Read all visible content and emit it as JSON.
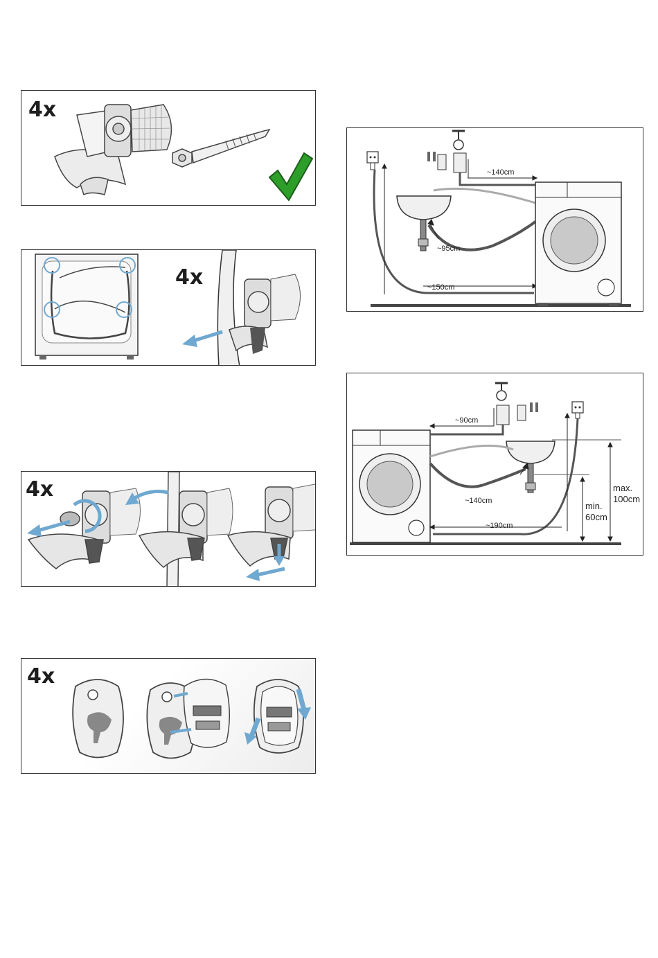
{
  "panels": {
    "accessories": {
      "count": "4x"
    },
    "transport_bolts": {
      "count": "4x"
    },
    "remove_bolts": {
      "count": "4x"
    },
    "cover_caps": {
      "count": "4x"
    }
  },
  "hose_right": {
    "inlet_length": "~140cm",
    "drain_sink_length": "~95cm",
    "drain_socket_length": "~150cm"
  },
  "hose_left": {
    "inlet_length": "~90cm",
    "drain_sink_length": "~140cm",
    "drain_socket_length": "~190cm",
    "max_height_line1": "max.",
    "max_height_line2": "100cm",
    "min_height_line1": "min.",
    "min_height_line2": "60cm"
  },
  "colors": {
    "accent_arrow": "#6fa8d0",
    "check_green": "#2d9e2a",
    "frame": "#333333"
  },
  "icons": [
    "check-mark-icon",
    "screw-icon",
    "hose-holder-icon",
    "water-tap-icon",
    "power-socket-icon",
    "washing-machine-icon",
    "sink-icon"
  ]
}
